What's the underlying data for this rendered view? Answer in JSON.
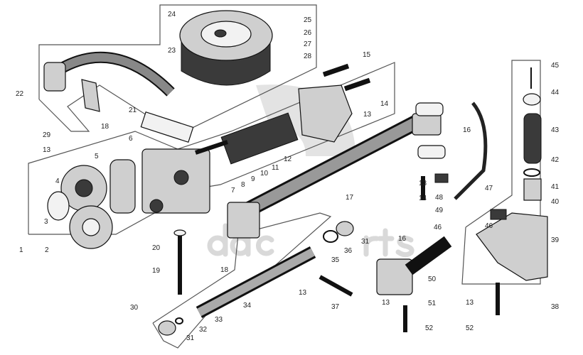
{
  "diagram": {
    "watermark": "dacparts",
    "accent_colors": {
      "line": "#111111",
      "watermark": "#d9d9d9"
    },
    "callouts": [
      "24",
      "25",
      "26",
      "27",
      "28",
      "23",
      "22",
      "21",
      "18",
      "29",
      "13",
      "6",
      "5",
      "15",
      "14",
      "13",
      "12",
      "11",
      "10",
      "9",
      "8",
      "7",
      "16",
      "13",
      "14",
      "48",
      "49",
      "47",
      "17",
      "45",
      "44",
      "43",
      "42",
      "41",
      "40",
      "39",
      "38",
      "46",
      "46",
      "16",
      "50",
      "51",
      "13",
      "52",
      "13",
      "52",
      "4",
      "3",
      "1",
      "2",
      "20",
      "19",
      "18",
      "31",
      "36",
      "35",
      "13",
      "37",
      "30",
      "31",
      "32",
      "33",
      "34"
    ]
  }
}
